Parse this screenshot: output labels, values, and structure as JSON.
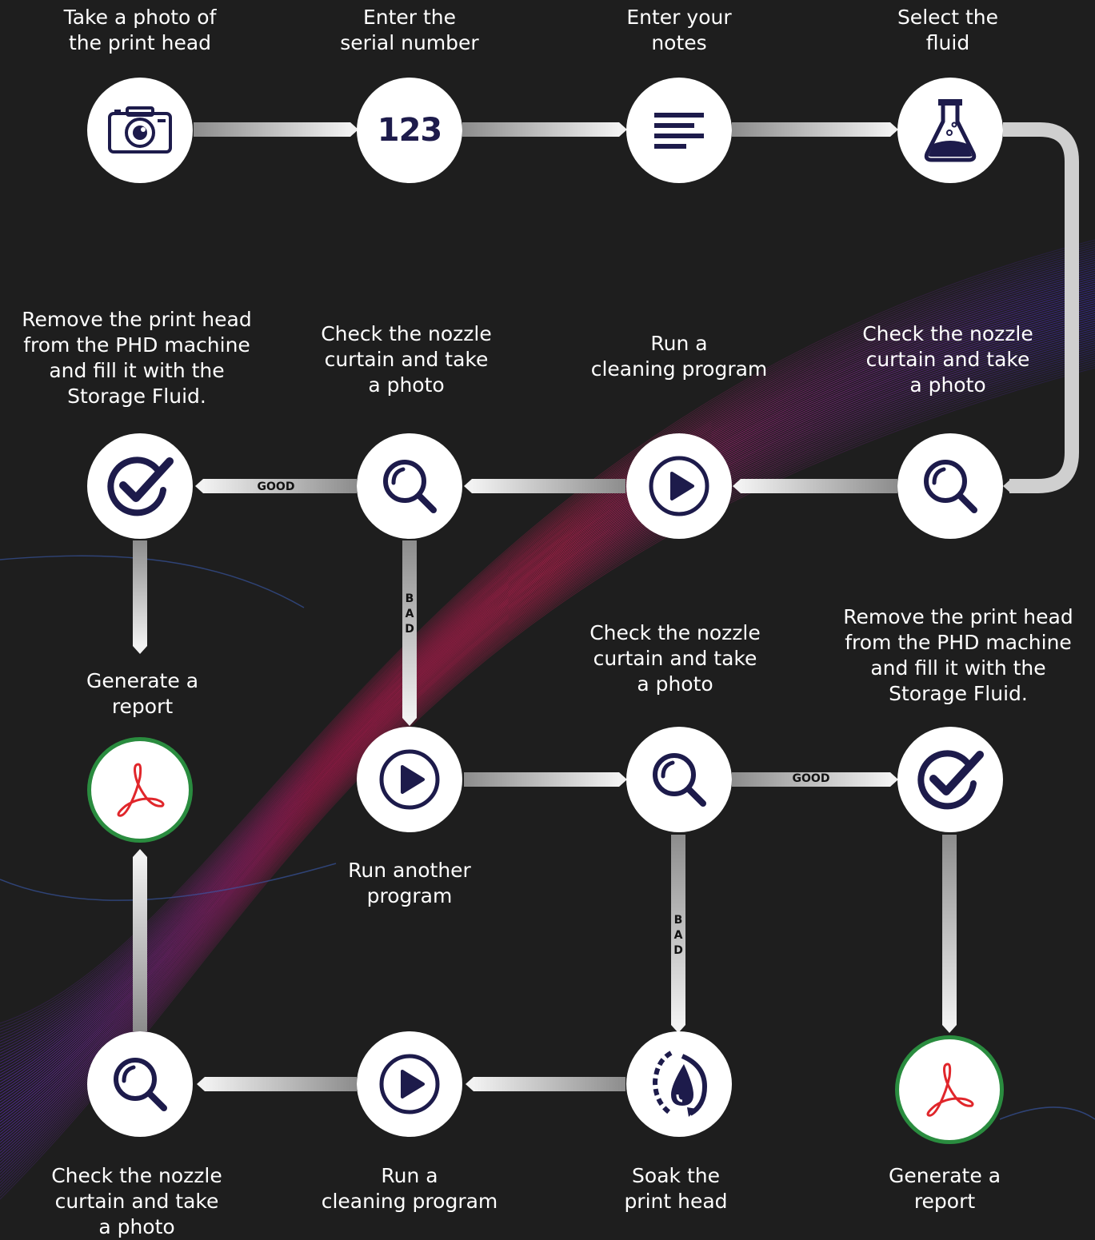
{
  "colors": {
    "background": "#1e1e1e",
    "node": "#ffffff",
    "icon": "#1d1b4b",
    "pdf_ring": "#2a8c3f",
    "pdf_red": "#e0262b",
    "connector": "#dcdcdc",
    "wave_pink": "#e0205a",
    "wave_purple": "#5b2bb0"
  },
  "steps": [
    {
      "id": "s1",
      "label": "Take a photo of\nthe print head",
      "icon": "camera-icon"
    },
    {
      "id": "s2",
      "label": "Enter the\nserial number",
      "icon": "number-icon",
      "icon_text": "123"
    },
    {
      "id": "s3",
      "label": "Enter your\nnotes",
      "icon": "notes-icon"
    },
    {
      "id": "s4",
      "label": "Select the\nfluid",
      "icon": "flask-icon"
    },
    {
      "id": "s5",
      "label": "Check the nozzle\ncurtain and take\na photo",
      "icon": "magnifier-icon"
    },
    {
      "id": "s6",
      "label": "Run a\ncleaning program",
      "icon": "play-icon"
    },
    {
      "id": "s7",
      "label": "Check the nozzle\ncurtain and take\na photo",
      "icon": "magnifier-icon"
    },
    {
      "id": "s8",
      "label": "Remove the print head\nfrom the PHD machine\nand fill it with the\nStorage Fluid.",
      "icon": "check-icon"
    },
    {
      "id": "s9",
      "label": "Generate a\nreport",
      "icon": "pdf-icon"
    },
    {
      "id": "s10",
      "label": "Run another\nprogram",
      "icon": "play-icon"
    },
    {
      "id": "s11",
      "label": "Check the nozzle\ncurtain and take\na photo",
      "icon": "magnifier-icon"
    },
    {
      "id": "s12",
      "label": "Remove the print head\nfrom the PHD machine\nand fill it with the\nStorage Fluid.",
      "icon": "check-icon"
    },
    {
      "id": "s13",
      "label": "Generate a\nreport",
      "icon": "pdf-icon"
    },
    {
      "id": "s14",
      "label": "Soak the\nprint head",
      "icon": "soak-icon"
    },
    {
      "id": "s15",
      "label": "Run a\ncleaning program",
      "icon": "play-icon"
    },
    {
      "id": "s16",
      "label": "Check the nozzle\ncurtain and take\na photo",
      "icon": "magnifier-icon"
    }
  ],
  "edges": [
    {
      "from": "s1",
      "to": "s2"
    },
    {
      "from": "s2",
      "to": "s3"
    },
    {
      "from": "s3",
      "to": "s4"
    },
    {
      "from": "s4",
      "to": "s5"
    },
    {
      "from": "s5",
      "to": "s6"
    },
    {
      "from": "s6",
      "to": "s7"
    },
    {
      "from": "s7",
      "to": "s8",
      "label": "GOOD"
    },
    {
      "from": "s8",
      "to": "s9"
    },
    {
      "from": "s7",
      "to": "s10",
      "label": "BAD"
    },
    {
      "from": "s10",
      "to": "s11"
    },
    {
      "from": "s11",
      "to": "s12",
      "label": "GOOD"
    },
    {
      "from": "s12",
      "to": "s13"
    },
    {
      "from": "s11",
      "to": "s14",
      "label": "BAD"
    },
    {
      "from": "s14",
      "to": "s15"
    },
    {
      "from": "s15",
      "to": "s16"
    },
    {
      "from": "s16",
      "to": "s9"
    }
  ],
  "edge_labels": {
    "good_1": "GOOD",
    "bad_1": "B\nA\nD",
    "good_2": "GOOD",
    "bad_2": "B\nA\nD"
  }
}
